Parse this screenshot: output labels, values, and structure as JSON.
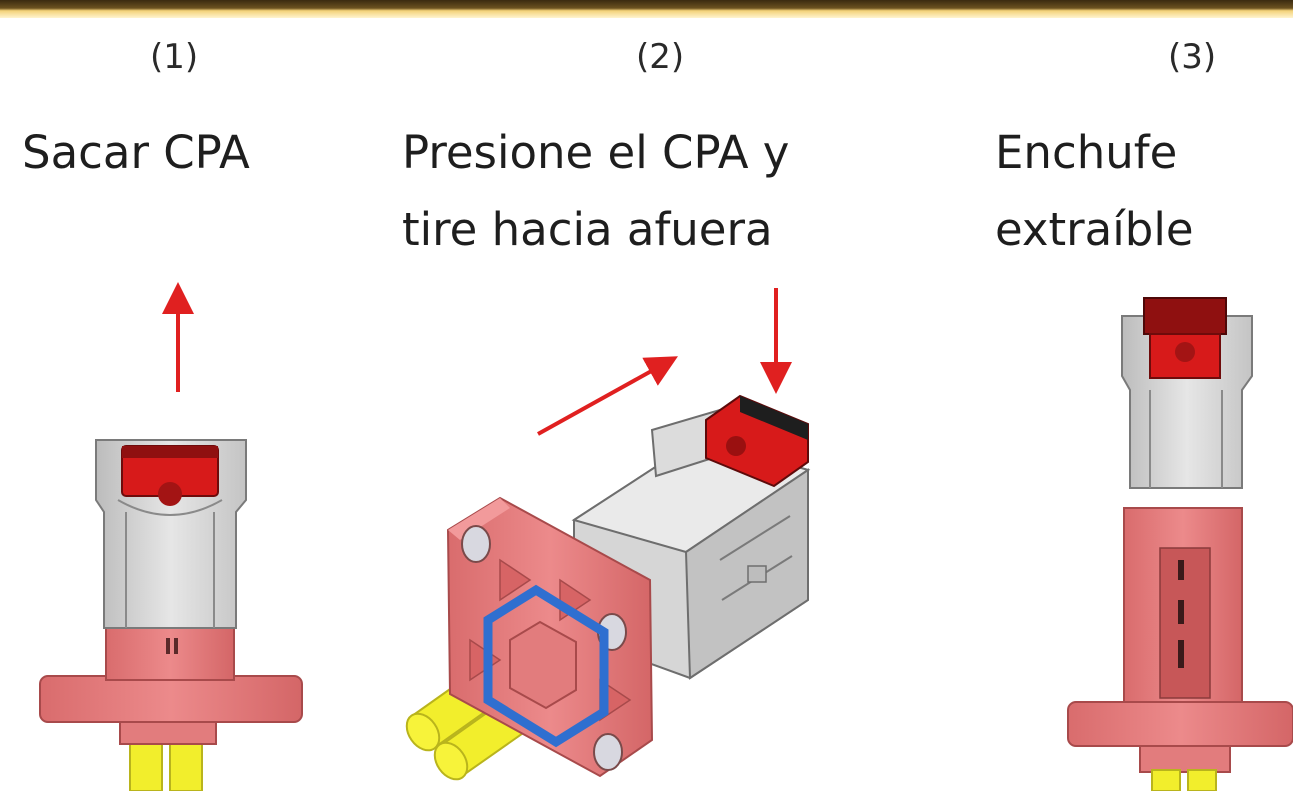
{
  "colors": {
    "band_dark": "#3a2a10",
    "band_gold": "#f3d27a",
    "arrow": "#e02020",
    "connector_pink": "#e8797a",
    "connector_gray": "#d9d9d9",
    "cpa_red": "#d71a1a",
    "cable_yellow": "#f2ee2c",
    "seal_blue": "#2f6fd0"
  },
  "steps": [
    {
      "number": "(1)",
      "lines": [
        "Sacar CPA"
      ]
    },
    {
      "number": "(2)",
      "lines": [
        "Presione el CPA y",
        "tire hacia afuera"
      ]
    },
    {
      "number": "(3)",
      "lines": [
        "Enchufe",
        "extraíble"
      ]
    }
  ]
}
